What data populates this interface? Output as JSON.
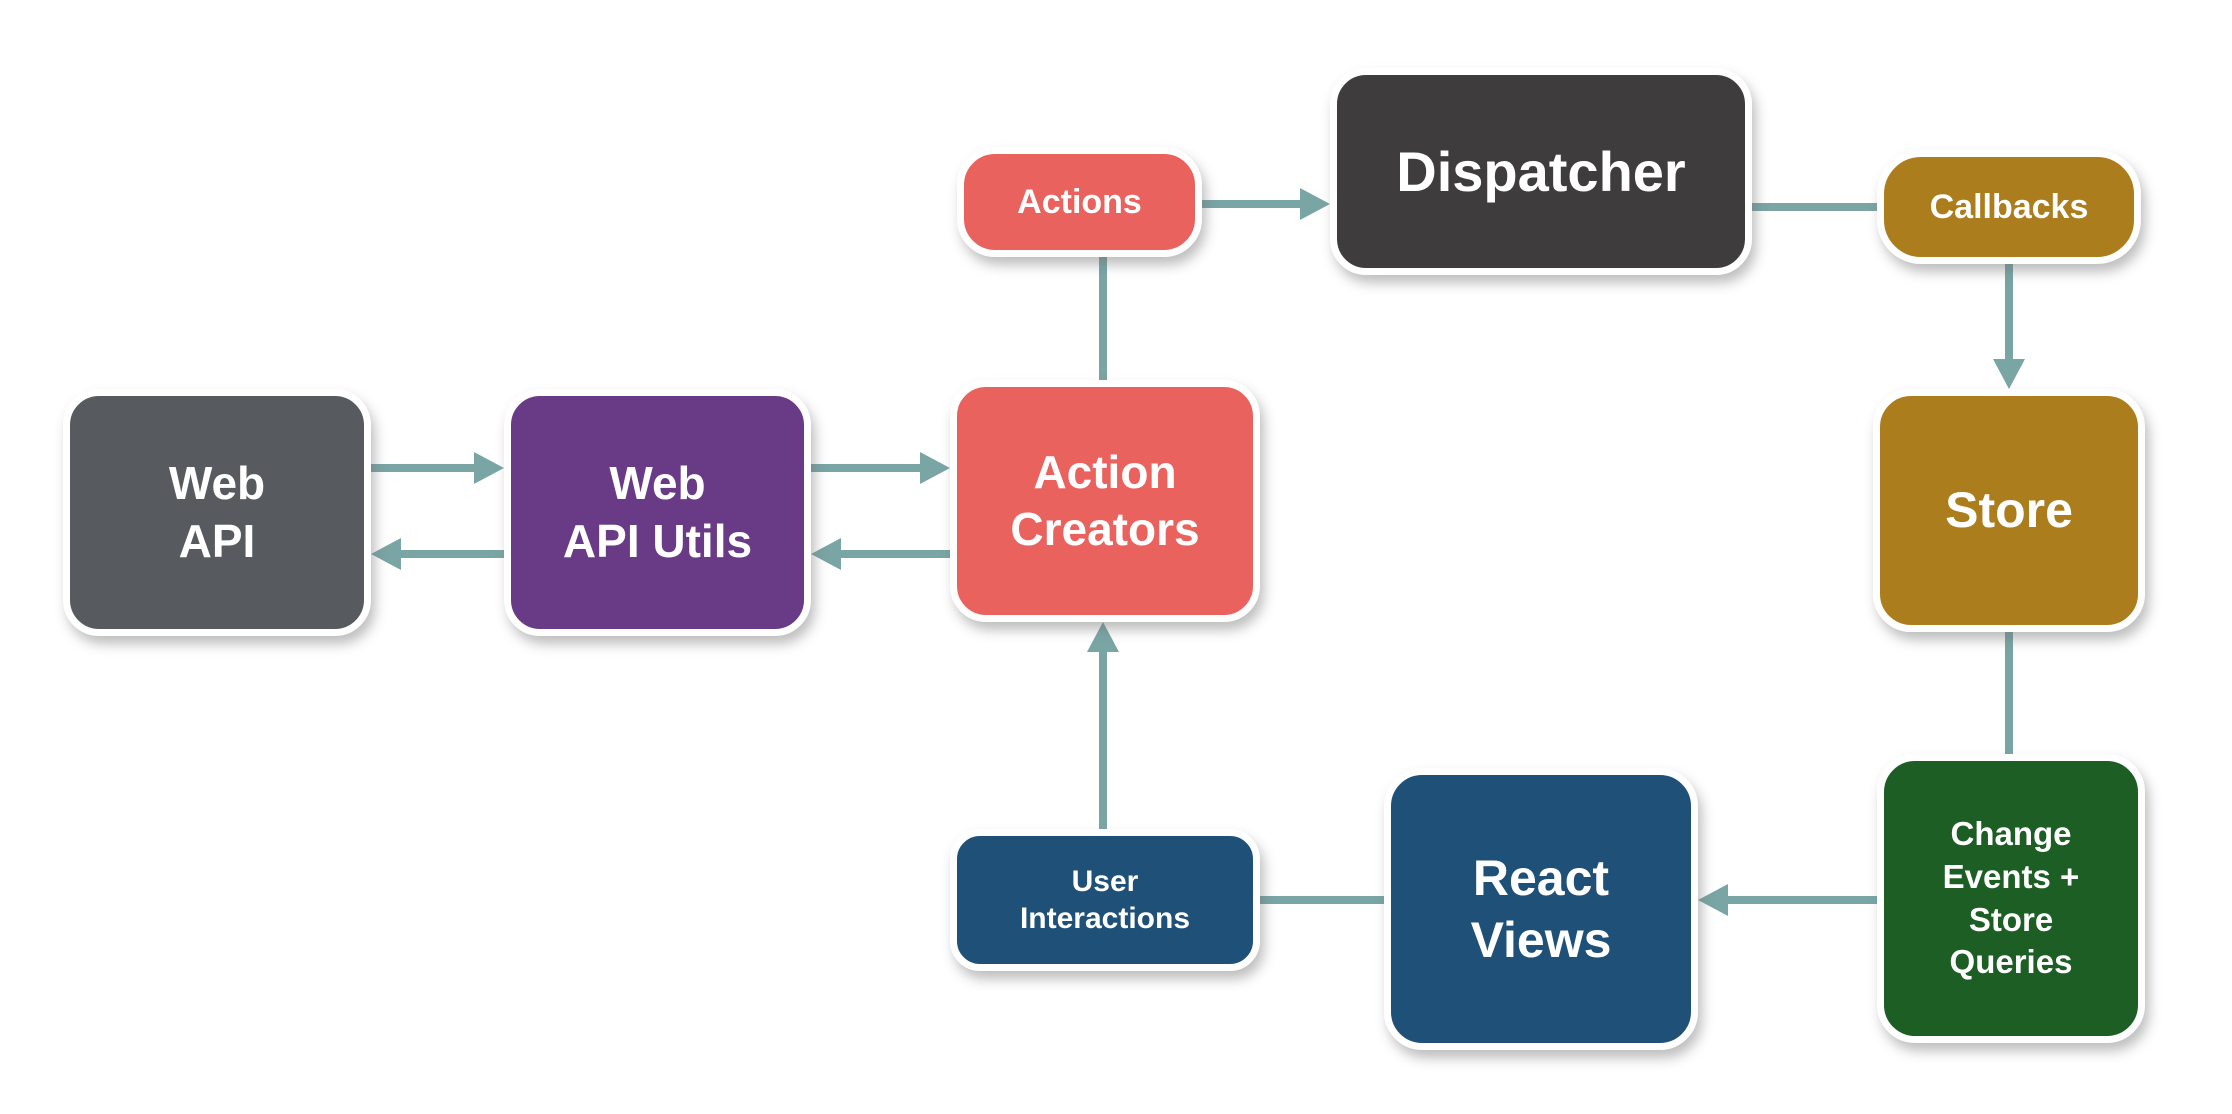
{
  "diagram": {
    "type": "flowchart",
    "colors": {
      "arrow": "#7aa5a5",
      "background": "#ffffff",
      "gray": "#575b60",
      "purple": "#693a85",
      "coral": "#ea625e",
      "dark_gray": "#3f3c3e",
      "gold": "#ac7d1d",
      "green": "#1c5e24",
      "blue": "#1f5078"
    }
  },
  "nodes": [
    {
      "id": "web-api",
      "label": "Web\nAPI",
      "color": "#575b60"
    },
    {
      "id": "web-api-utils",
      "label": "Web\nAPI Utils",
      "color": "#693a85"
    },
    {
      "id": "action-creators",
      "label": "Action\nCreators",
      "color": "#ea625e"
    },
    {
      "id": "actions",
      "label": "Actions",
      "color": "#ea625e"
    },
    {
      "id": "dispatcher",
      "label": "Dispatcher",
      "color": "#3f3c3e"
    },
    {
      "id": "callbacks",
      "label": "Callbacks",
      "color": "#ac7d1d"
    },
    {
      "id": "store",
      "label": "Store",
      "color": "#ac7d1d"
    },
    {
      "id": "change-events",
      "label": "Change\nEvents +\nStore\nQueries",
      "color": "#1c5e24"
    },
    {
      "id": "react-views",
      "label": "React\nViews",
      "color": "#1f5078"
    },
    {
      "id": "user-interactions",
      "label": "User\nInteractions",
      "color": "#1f5078"
    }
  ],
  "edges": [
    {
      "from": "web-api",
      "to": "web-api-utils",
      "arrowhead": true
    },
    {
      "from": "web-api-utils",
      "to": "web-api",
      "arrowhead": true
    },
    {
      "from": "web-api-utils",
      "to": "action-creators",
      "arrowhead": true
    },
    {
      "from": "action-creators",
      "to": "web-api-utils",
      "arrowhead": true
    },
    {
      "from": "action-creators",
      "to": "actions",
      "arrowhead": false
    },
    {
      "from": "actions",
      "to": "dispatcher",
      "arrowhead": true
    },
    {
      "from": "dispatcher",
      "to": "callbacks",
      "arrowhead": false
    },
    {
      "from": "callbacks",
      "to": "store",
      "arrowhead": true
    },
    {
      "from": "store",
      "to": "change-events",
      "arrowhead": false
    },
    {
      "from": "change-events",
      "to": "react-views",
      "arrowhead": true
    },
    {
      "from": "react-views",
      "to": "user-interactions",
      "arrowhead": false
    },
    {
      "from": "user-interactions",
      "to": "action-creators",
      "arrowhead": true
    }
  ]
}
